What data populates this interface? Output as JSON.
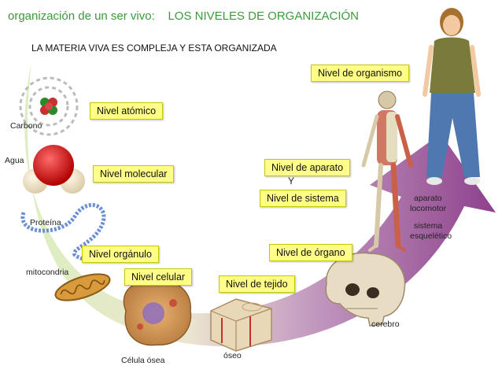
{
  "header": {
    "title_prefix": "organización de un ser vivo:",
    "title_main": "LOS NIVELES DE ORGANIZACIÓN",
    "subtitle": "LA MATERIA VIVA ES COMPLEJA Y ESTA ORGANIZADA"
  },
  "levels": {
    "atomico": "Nivel atómico",
    "molecular": "Nivel molecular",
    "organulo": "Nivel orgánulo",
    "celular": "Nivel celular",
    "tejido": "Nivel de tejido",
    "organo": "Nivel de órgano",
    "aparato": "Nivel de aparato",
    "y": "Y",
    "sistema": "Nivel de sistema",
    "organismo": "Nivel de organismo"
  },
  "labels": {
    "carbono": "Carbono",
    "agua": "Agua",
    "proteina": "Proteína",
    "mitocondria": "mitocondria",
    "celula_osea": "Célula  ósea",
    "oseo": "óseo",
    "cerebro": "cerebro",
    "aparato_locomotor_1": "aparato",
    "aparato_locomotor_2": "locomotor",
    "sistema_esqueletico_1": "sistema",
    "sistema_esqueletico_2": "esquelético"
  },
  "colors": {
    "title": "#3a9a3a",
    "level_box": "#ffff88",
    "arrow_start": "#cfe7a8",
    "arrow_end": "#7a1f78"
  }
}
